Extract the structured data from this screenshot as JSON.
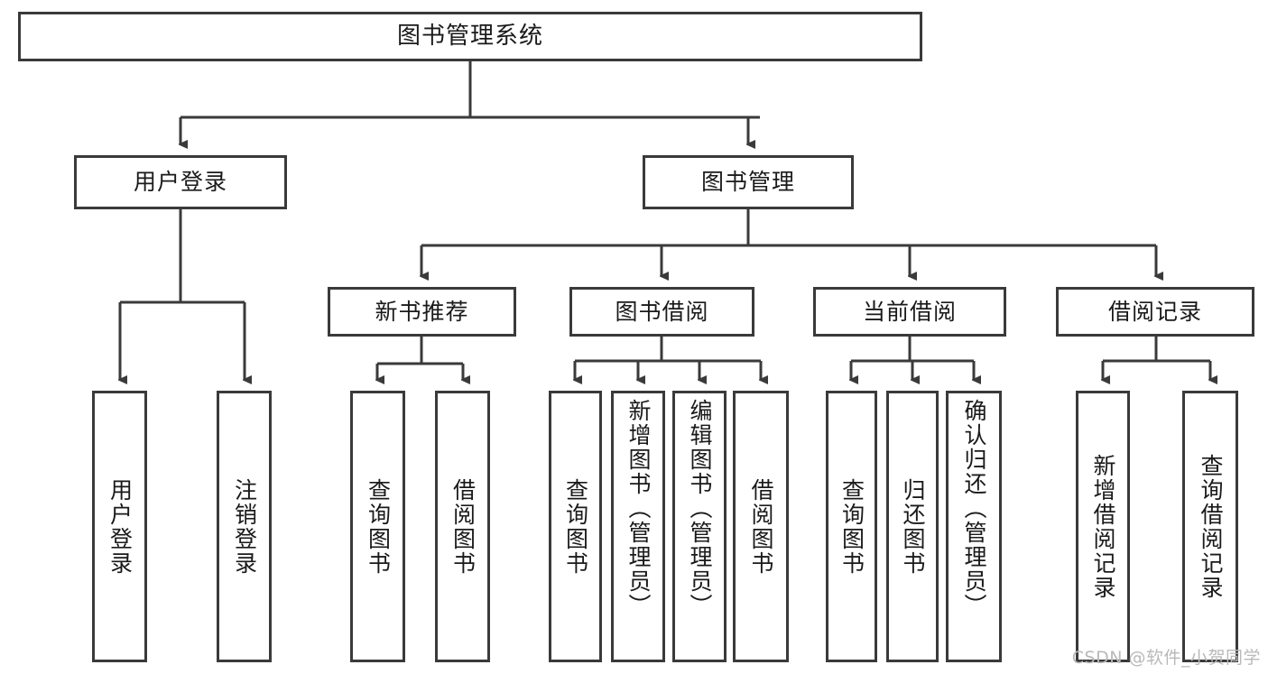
{
  "diagram": {
    "title": "图书管理系统",
    "type": "tree-hierarchy",
    "root": {
      "label": "图书管理系统"
    },
    "level2": [
      {
        "id": "user-login",
        "label": "用户登录"
      },
      {
        "id": "book-management",
        "label": "图书管理"
      }
    ],
    "level3": [
      {
        "id": "new-book-recommend",
        "label": "新书推荐",
        "parent": "book-management"
      },
      {
        "id": "book-borrow",
        "label": "图书借阅",
        "parent": "book-management"
      },
      {
        "id": "current-borrow",
        "label": "当前借阅",
        "parent": "book-management"
      },
      {
        "id": "borrow-record",
        "label": "借阅记录",
        "parent": "book-management"
      }
    ],
    "leaves": {
      "user-login": [
        {
          "id": "leaf-user-login",
          "label": "用户登录"
        },
        {
          "id": "leaf-logout-login",
          "label": "注销登录"
        }
      ],
      "new-book-recommend": [
        {
          "id": "leaf-query-book-1",
          "label": "查询图书"
        },
        {
          "id": "leaf-borrow-book-1",
          "label": "借阅图书"
        }
      ],
      "book-borrow": [
        {
          "id": "leaf-query-book-2",
          "label": "查询图书"
        },
        {
          "id": "leaf-add-book",
          "label": "新增图书（管理员）"
        },
        {
          "id": "leaf-edit-book",
          "label": "编辑图书（管理员）"
        },
        {
          "id": "leaf-borrow-book-2",
          "label": "借阅图书"
        }
      ],
      "current-borrow": [
        {
          "id": "leaf-query-book-3",
          "label": "查询图书"
        },
        {
          "id": "leaf-return-book",
          "label": "归还图书"
        },
        {
          "id": "leaf-confirm-return",
          "label": "确认归还（管理员）"
        }
      ],
      "borrow-record": [
        {
          "id": "leaf-add-record",
          "label": "新增借阅记录"
        },
        {
          "id": "leaf-query-record",
          "label": "查询借阅记录"
        }
      ]
    },
    "colors": {
      "border": "#3a3a3a",
      "background": "#ffffff",
      "text": "#1a1a1a",
      "watermark": "#b9b9b9"
    }
  },
  "watermark": {
    "text": "CSDN @软件_小贺同学"
  }
}
